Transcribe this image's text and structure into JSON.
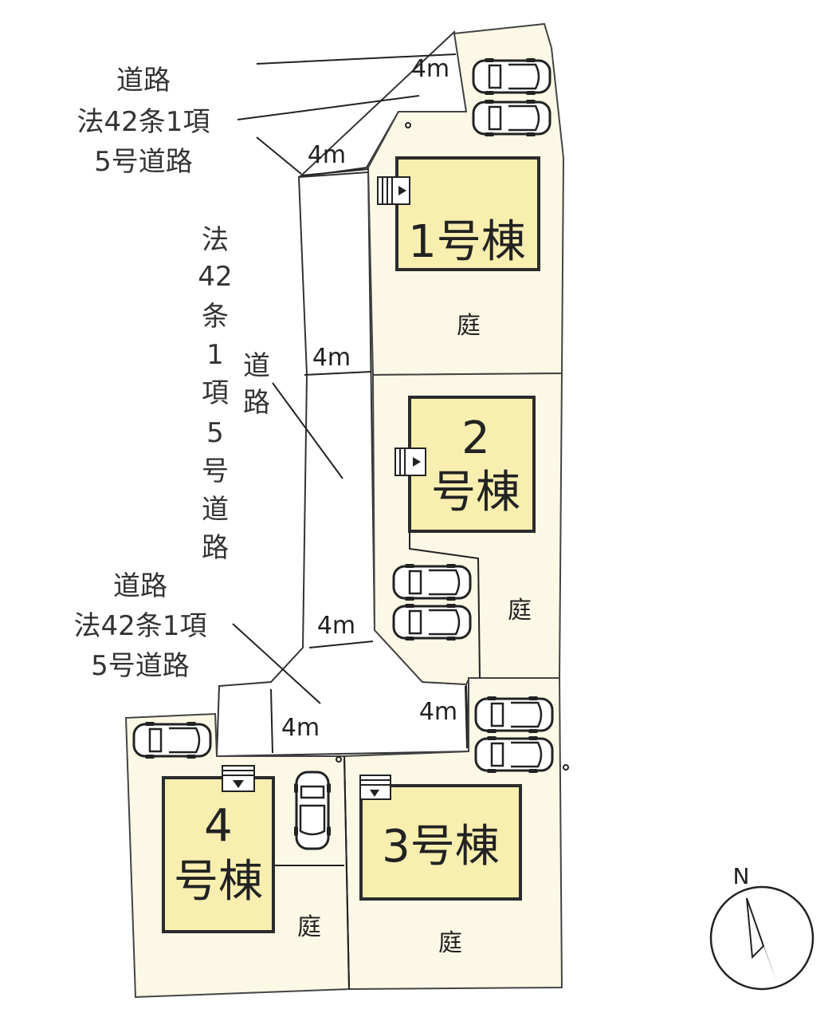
{
  "buildings": [
    {
      "id": "1",
      "label": "1号棟"
    },
    {
      "id": "2",
      "label_line1": "2",
      "label_line2": "号棟"
    },
    {
      "id": "3",
      "label": "3号棟"
    },
    {
      "id": "4",
      "label_line1": "4",
      "label_line2": "号棟"
    }
  ],
  "garden_label": "庭",
  "dimension_label": "4m",
  "road_labels": {
    "top": [
      "道路",
      "法42条1項",
      "5号道路"
    ],
    "left_vertical": [
      "法",
      "42",
      "条",
      "1",
      "項",
      "5",
      "号",
      "道",
      "路"
    ],
    "center_vertical": [
      "道",
      "路"
    ],
    "bottom": [
      "道路",
      "法42条1項",
      "5号道路"
    ]
  },
  "compass": {
    "north_label": "N"
  }
}
